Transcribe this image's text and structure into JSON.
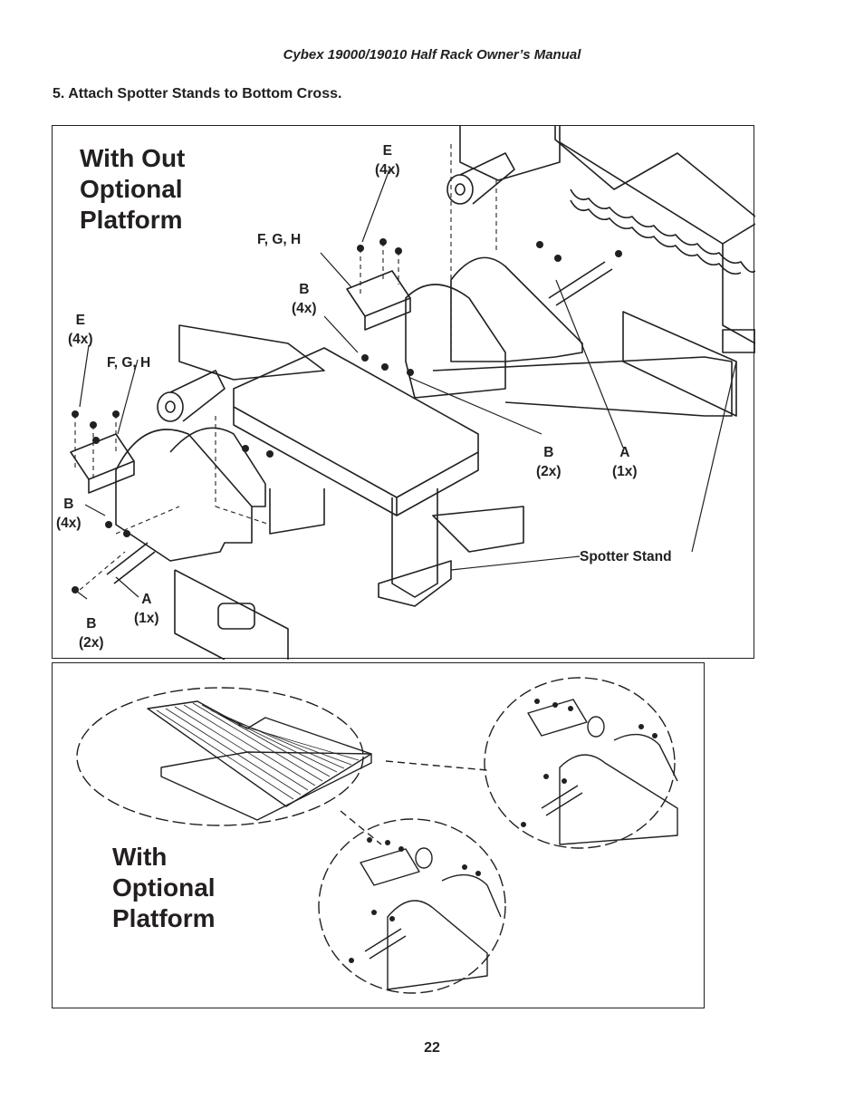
{
  "header": {
    "title": "Cybex 19000/19010 Half Rack Owner’s Manual"
  },
  "step": {
    "text": "5.  Attach Spotter Stands to Bottom Cross."
  },
  "top_panel": {
    "heading_lines": [
      "With Out",
      "Optional",
      "Platform"
    ],
    "labels": {
      "e_left": [
        "E",
        "(4x)"
      ],
      "fgh_left": "F, G, H",
      "b_left_4x": [
        "B",
        "(4x)"
      ],
      "a_left": [
        "A",
        "(1x)"
      ],
      "b_left_2x": [
        "B",
        "(2x)"
      ],
      "e_right": [
        "E",
        "(4x)"
      ],
      "fgh_right": "F, G, H",
      "b_right_4x": [
        "B",
        "(4x)"
      ],
      "b_right_2x": [
        "B",
        "(2x)"
      ],
      "a_right": [
        "A",
        "(1x)"
      ],
      "spotter_stand": "Spotter Stand"
    }
  },
  "bottom_panel": {
    "heading_lines": [
      "With",
      "Optional",
      "Platform"
    ]
  },
  "footer": {
    "page_number": "22"
  }
}
